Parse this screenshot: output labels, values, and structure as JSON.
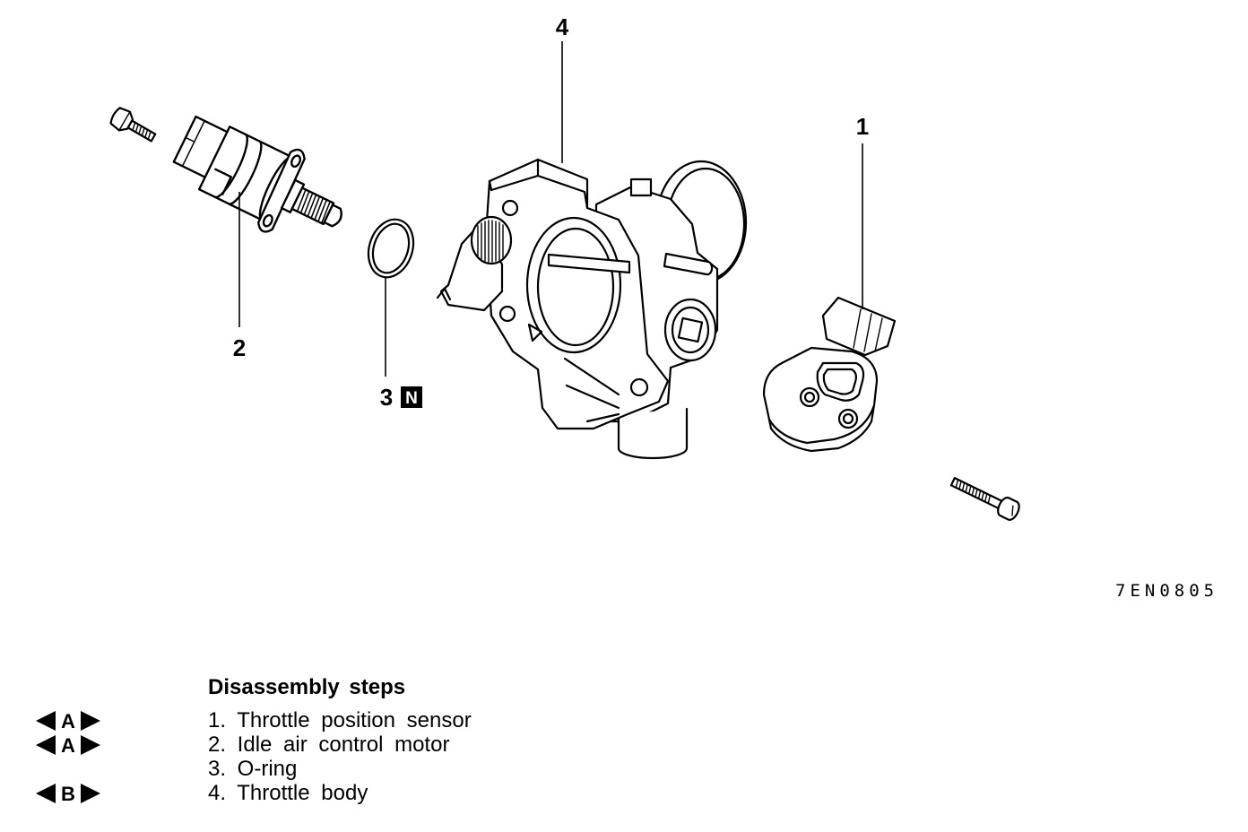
{
  "colors": {
    "ink": "#000000",
    "paper": "#ffffff"
  },
  "figure": {
    "callouts": [
      {
        "number": "1"
      },
      {
        "number": "2"
      },
      {
        "number": "3",
        "badge": "N"
      },
      {
        "number": "4"
      }
    ],
    "figure_code": "7EN0805"
  },
  "disassembly": {
    "title": "Disassembly steps",
    "steps": [
      {
        "marker": "A",
        "text": "1. Throttle position sensor"
      },
      {
        "marker": "A",
        "text": "2. Idle air control motor"
      },
      {
        "text": "3. O-ring"
      },
      {
        "marker": "B",
        "text": "4. Throttle body"
      }
    ]
  }
}
